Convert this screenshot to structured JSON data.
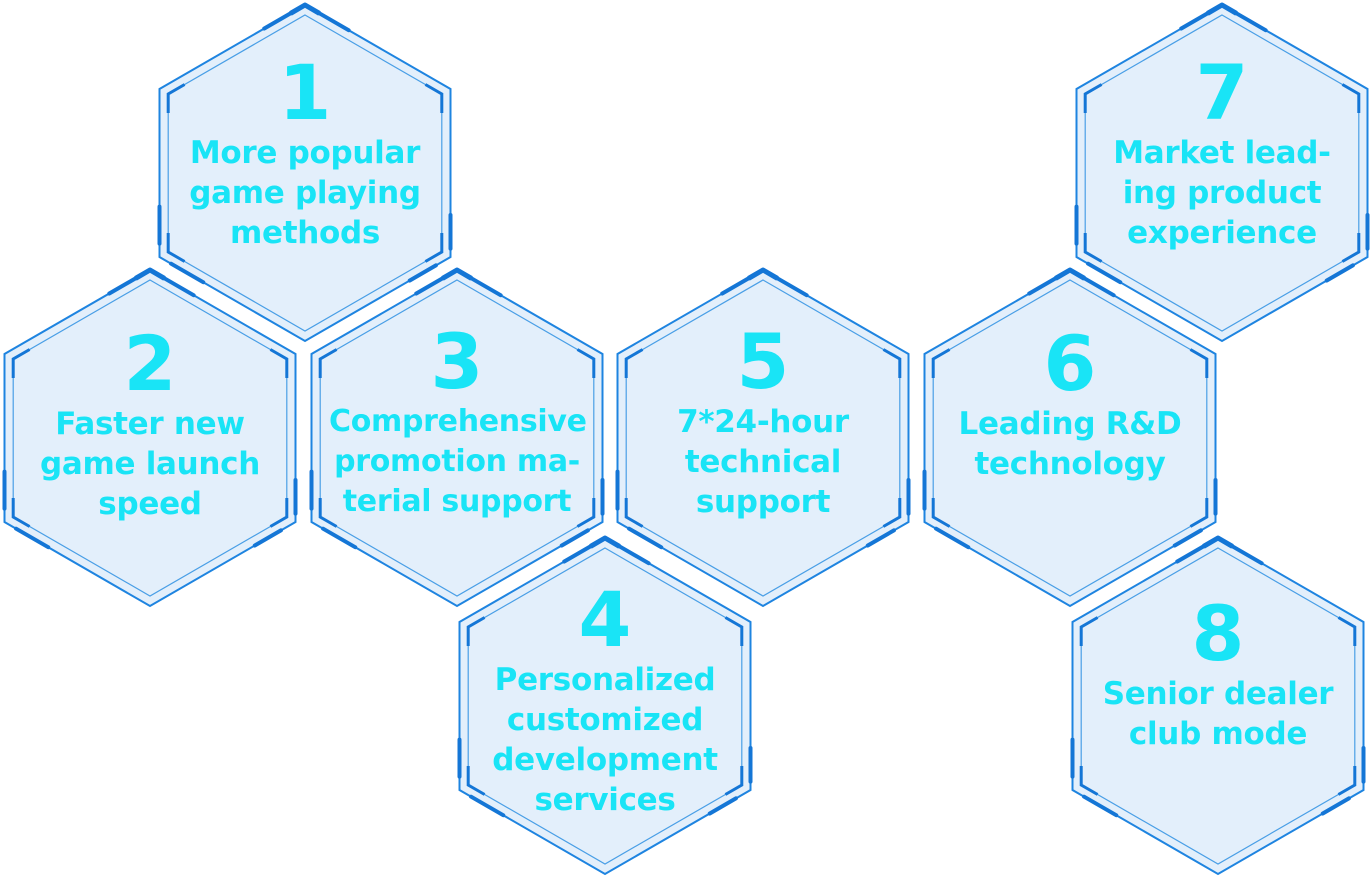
{
  "colors": {
    "fill": "#e3effb",
    "outer_stroke": "#1e84e0",
    "inner_stroke": "#4a9fe6",
    "accent": "#1476d6",
    "text": "#19e4f6"
  },
  "items": [
    {
      "number": "1",
      "text": "More popular\ngame playing\nmethods"
    },
    {
      "number": "2",
      "text": "Faster new\ngame launch\nspeed"
    },
    {
      "number": "3",
      "text": "Comprehensive\npromotion ma-\nterial support"
    },
    {
      "number": "4",
      "text": "Personalized\ncustomized\ndevelopment\nservices"
    },
    {
      "number": "5",
      "text": "7*24-hour\ntechnical\nsupport"
    },
    {
      "number": "6",
      "text": "Leading R&D\ntechnology"
    },
    {
      "number": "7",
      "text": "Market lead-\ning product\nexperience"
    },
    {
      "number": "8",
      "text": "Senior dealer\nclub mode"
    }
  ]
}
